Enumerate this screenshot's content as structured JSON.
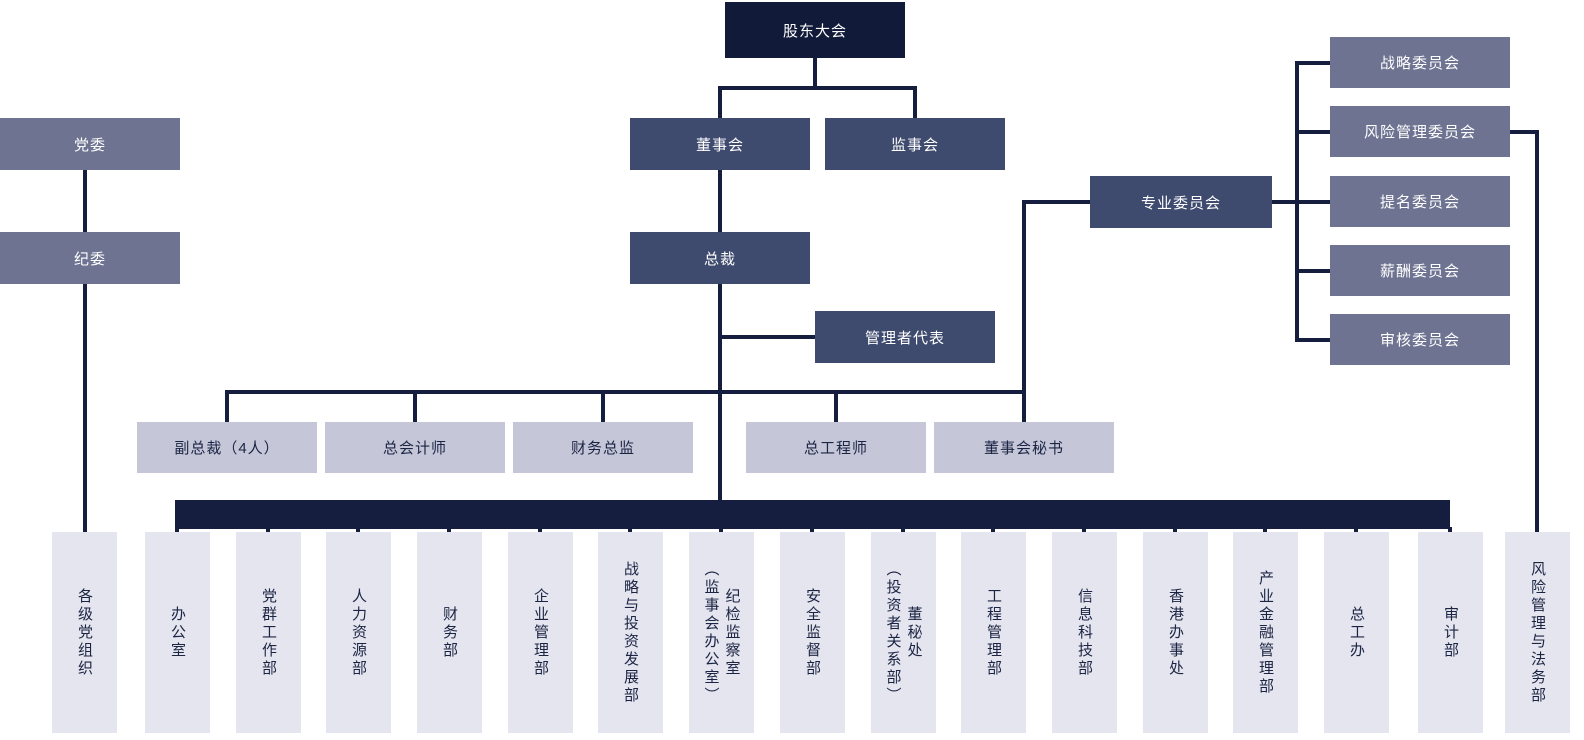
{
  "org_chart": {
    "colors": {
      "root_box": "#111a38",
      "primary_box": "#3e4a6e",
      "secondary_box": "#6e7392",
      "tertiary_box": "#c5c7d9",
      "department_box": "#e4e5ee",
      "connector_line": "#151e3f",
      "light_box_text": "#1c2444",
      "dark_box_text": "#ffffff"
    },
    "nodes": [
      {
        "id": "shareholders-meeting",
        "label": "股东大会",
        "type": "root"
      },
      {
        "id": "party-committee",
        "label": "党委",
        "type": "secondary"
      },
      {
        "id": "discipline-committee",
        "label": "纪委",
        "type": "secondary"
      },
      {
        "id": "board-of-directors",
        "label": "董事会",
        "type": "primary"
      },
      {
        "id": "supervisory-board",
        "label": "监事会",
        "type": "primary"
      },
      {
        "id": "president",
        "label": "总裁",
        "type": "primary"
      },
      {
        "id": "management-representative",
        "label": "管理者代表",
        "type": "primary"
      },
      {
        "id": "special-committees",
        "label": "专业委员会",
        "type": "primary"
      },
      {
        "id": "strategy-committee",
        "label": "战略委员会",
        "type": "secondary"
      },
      {
        "id": "risk-management-committee",
        "label": "风险管理委员会",
        "type": "secondary"
      },
      {
        "id": "nomination-committee",
        "label": "提名委员会",
        "type": "secondary"
      },
      {
        "id": "remuneration-committee",
        "label": "薪酬委员会",
        "type": "secondary"
      },
      {
        "id": "audit-review-committee",
        "label": "审核委员会",
        "type": "secondary"
      },
      {
        "id": "vice-presidents",
        "label": "副总裁（4人）",
        "type": "tertiary"
      },
      {
        "id": "chief-accountant",
        "label": "总会计师",
        "type": "tertiary"
      },
      {
        "id": "finance-director",
        "label": "财务总监",
        "type": "tertiary"
      },
      {
        "id": "chief-engineer",
        "label": "总工程师",
        "type": "tertiary"
      },
      {
        "id": "board-secretary",
        "label": "董事会秘书",
        "type": "tertiary"
      },
      {
        "id": "party-organizations",
        "label": "各级党组织",
        "type": "dept",
        "vertical": true
      },
      {
        "id": "general-office",
        "label": "办公室",
        "type": "dept",
        "vertical": true
      },
      {
        "id": "party-mass-work-dept",
        "label": "党群工作部",
        "type": "dept",
        "vertical": true
      },
      {
        "id": "human-resources-dept",
        "label": "人力资源部",
        "type": "dept",
        "vertical": true
      },
      {
        "id": "finance-dept",
        "label": "财务部",
        "type": "dept",
        "vertical": true
      },
      {
        "id": "enterprise-management-dept",
        "label": "企业管理部",
        "type": "dept",
        "vertical": true
      },
      {
        "id": "strategy-investment-dept",
        "label": "战略与投资发展部",
        "type": "dept",
        "vertical": true
      },
      {
        "id": "discipline-inspection-office",
        "label": "纪检监察室\n（监事会办公室）",
        "type": "dept",
        "vertical": true
      },
      {
        "id": "safety-supervision-dept",
        "label": "安全监督部",
        "type": "dept",
        "vertical": true
      },
      {
        "id": "board-secretariat",
        "label": "董秘处\n（投资者关系部）",
        "type": "dept",
        "vertical": true
      },
      {
        "id": "engineering-management-dept",
        "label": "工程管理部",
        "type": "dept",
        "vertical": true
      },
      {
        "id": "information-technology-dept",
        "label": "信息科技部",
        "type": "dept",
        "vertical": true
      },
      {
        "id": "hong-kong-office",
        "label": "香港办事处",
        "type": "dept",
        "vertical": true
      },
      {
        "id": "industrial-finance-dept",
        "label": "产业金融管理部",
        "type": "dept",
        "vertical": true
      },
      {
        "id": "chief-engineer-office",
        "label": "总工办",
        "type": "dept",
        "vertical": true
      },
      {
        "id": "audit-dept",
        "label": "审计部",
        "type": "dept",
        "vertical": true
      },
      {
        "id": "risk-legal-dept",
        "label": "风险管理与法务部",
        "type": "dept",
        "vertical": true
      }
    ]
  }
}
